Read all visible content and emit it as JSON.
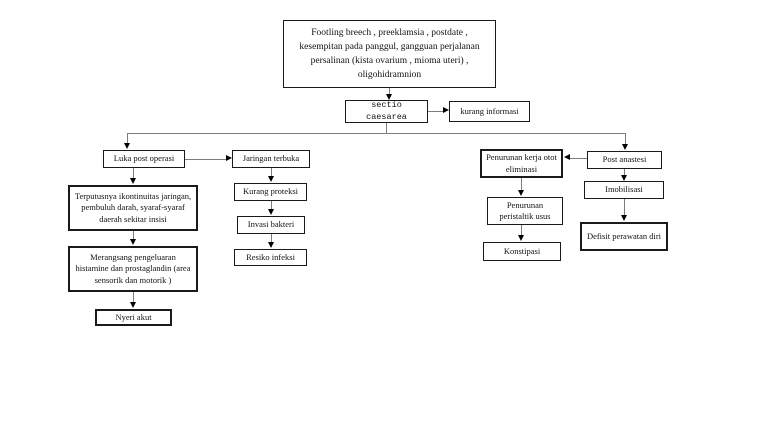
{
  "flowchart": {
    "root": "Footling breech , preeklamsia , postdate , kesempitan pada panggul, gangguan perjalanan persalinan (kista ovarium , mioma uteri) , oligohidramnion",
    "sectio_caesarea": "sectio caesarea",
    "kurang_informasi": "kurang informasi",
    "luka_post_operasi": "Luka post operasi",
    "jaringan_terbuka": "Jaringan terbuka",
    "kurang_proteksi": "Kurang proteksi",
    "invasi_bakteri": "Invasi bakteri",
    "resiko_infeksi": "Resiko infeksi",
    "terputusnya": "Terputusnya ikontinuitas jaringan, pembuluh darah, syaraf-syaraf daerah sekitar insisi",
    "merangsang": "Merangsang pengeluaran histamine dan prostaglandin (area sensorik dan motorik )",
    "nyeri_akut": "Nyeri akut",
    "penurunan_kerja": "Penurunan kerja otot eliminasi",
    "post_anastesi": "Post anastesi",
    "penurunan_peristaltik": "Penurunan peristaltik usus",
    "konstipasi": "Konstipasi",
    "imobilisasi": "Imobilisasi",
    "defisit_perawatan": "Defisit perawatan diri",
    "line_color": "#7d7d7d"
  }
}
